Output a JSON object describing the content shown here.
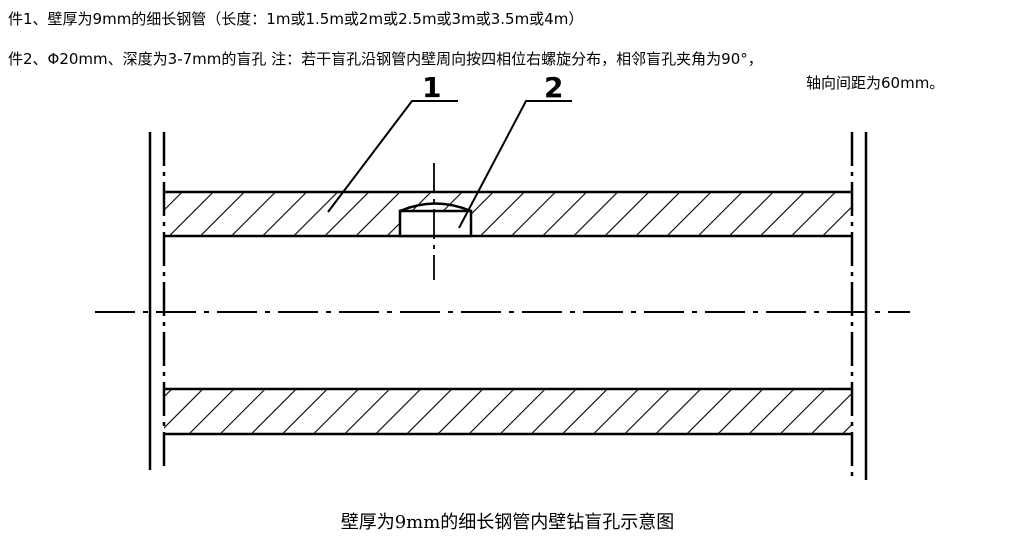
{
  "notes": {
    "part1": "件1、壁厚为9mm的细长钢管（长度：1m或1.5m或2m或2.5m或3m或3.5m或4m）",
    "part2": "件2、Φ20mm、深度为3-7mm的盲孔    注：若干盲孔沿钢管内壁周向按四相位右螺旋分布，相邻盲孔夹角为90°，",
    "part2_cont": "轴向间距为60mm。"
  },
  "callouts": {
    "c1": "1",
    "c2": "2"
  },
  "caption": "壁厚为9mm的细长钢管内壁钻盲孔示意图",
  "colors": {
    "ink": "#000000",
    "paper": "#ffffff"
  }
}
